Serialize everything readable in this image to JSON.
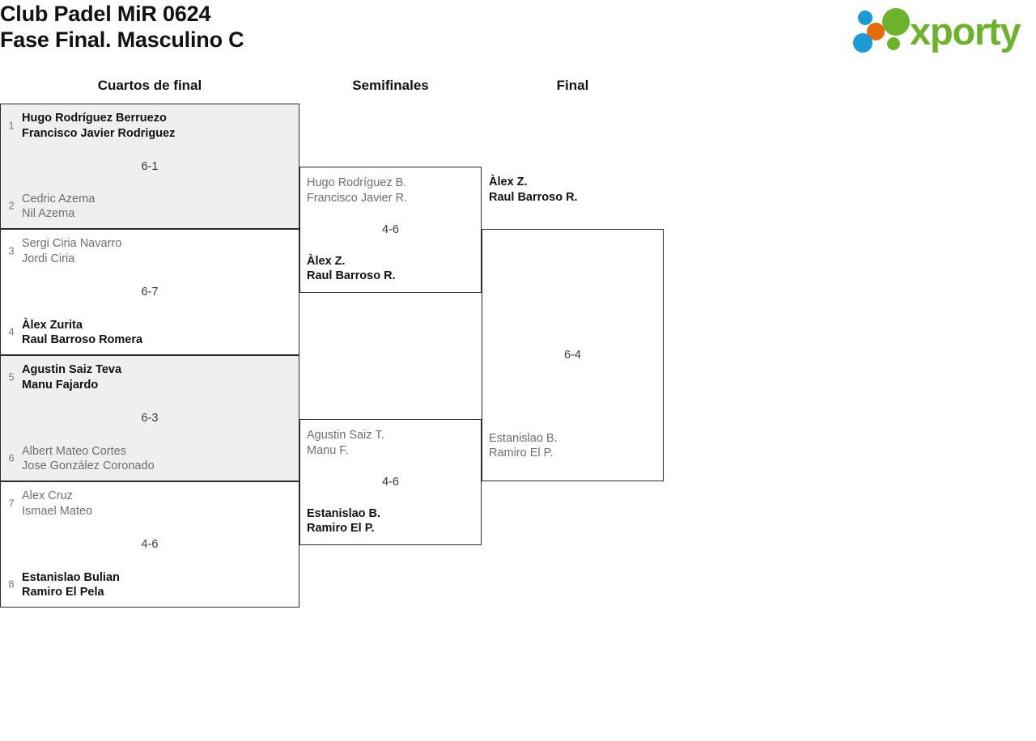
{
  "header": {
    "title_line_1": "Club Padel MiR 0624",
    "title_line_2": "Fase Final. Masculino C",
    "logo": {
      "wordmark": "xporty",
      "colors": {
        "green": "#6cb32b",
        "blue": "#1b9ad6",
        "orange": "#e8690b"
      }
    }
  },
  "rounds": [
    {
      "label": "Cuartos de final"
    },
    {
      "label": "Semifinales"
    },
    {
      "label": "Final"
    }
  ],
  "bracket": {
    "quarterfinals": [
      {
        "score": "6-1",
        "top": {
          "seed": "1",
          "p1": "Hugo Rodríguez Berruezo",
          "p2": "Francisco Javier Rodriguez",
          "result": "winner"
        },
        "bottom": {
          "seed": "2",
          "p1": "Cedric Azema",
          "p2": "Nil Azema",
          "result": "loser"
        }
      },
      {
        "score": "6-7",
        "top": {
          "seed": "3",
          "p1": "Sergi Ciria Navarro",
          "p2": "Jordi Ciria",
          "result": "loser"
        },
        "bottom": {
          "seed": "4",
          "p1": "Àlex Zurita",
          "p2": "Raul Barroso Romera",
          "result": "winner"
        }
      },
      {
        "score": "6-3",
        "top": {
          "seed": "5",
          "p1": "Agustin Saiz Teva",
          "p2": "Manu Fajardo",
          "result": "winner"
        },
        "bottom": {
          "seed": "6",
          "p1": "Albert Mateo Cortes",
          "p2": "Jose González Coronado",
          "result": "loser"
        }
      },
      {
        "score": "4-6",
        "top": {
          "seed": "7",
          "p1": "Alex Cruz",
          "p2": "Ismael Mateo",
          "result": "loser"
        },
        "bottom": {
          "seed": "8",
          "p1": "Estanislao Bulian",
          "p2": "Ramiro El Pela",
          "result": "winner"
        }
      }
    ],
    "semifinals": [
      {
        "score": "4-6",
        "top": {
          "p1": "Hugo Rodríguez B.",
          "p2": "Francisco Javier R.",
          "result": "loser"
        },
        "bottom": {
          "p1": "Àlex Z.",
          "p2": "Raul Barroso R.",
          "result": "winner"
        }
      },
      {
        "score": "4-6",
        "top": {
          "p1": "Agustin Saiz T.",
          "p2": "Manu F.",
          "result": "loser"
        },
        "bottom": {
          "p1": "Estanislao B.",
          "p2": "Ramiro El P.",
          "result": "winner"
        }
      }
    ],
    "final": [
      {
        "score": "6-4",
        "top": {
          "p1": "Àlex Z.",
          "p2": "Raul Barroso R.",
          "result": "winner"
        },
        "bottom": {
          "p1": "Estanislao B.",
          "p2": "Ramiro El P.",
          "result": "loser"
        }
      }
    ]
  }
}
